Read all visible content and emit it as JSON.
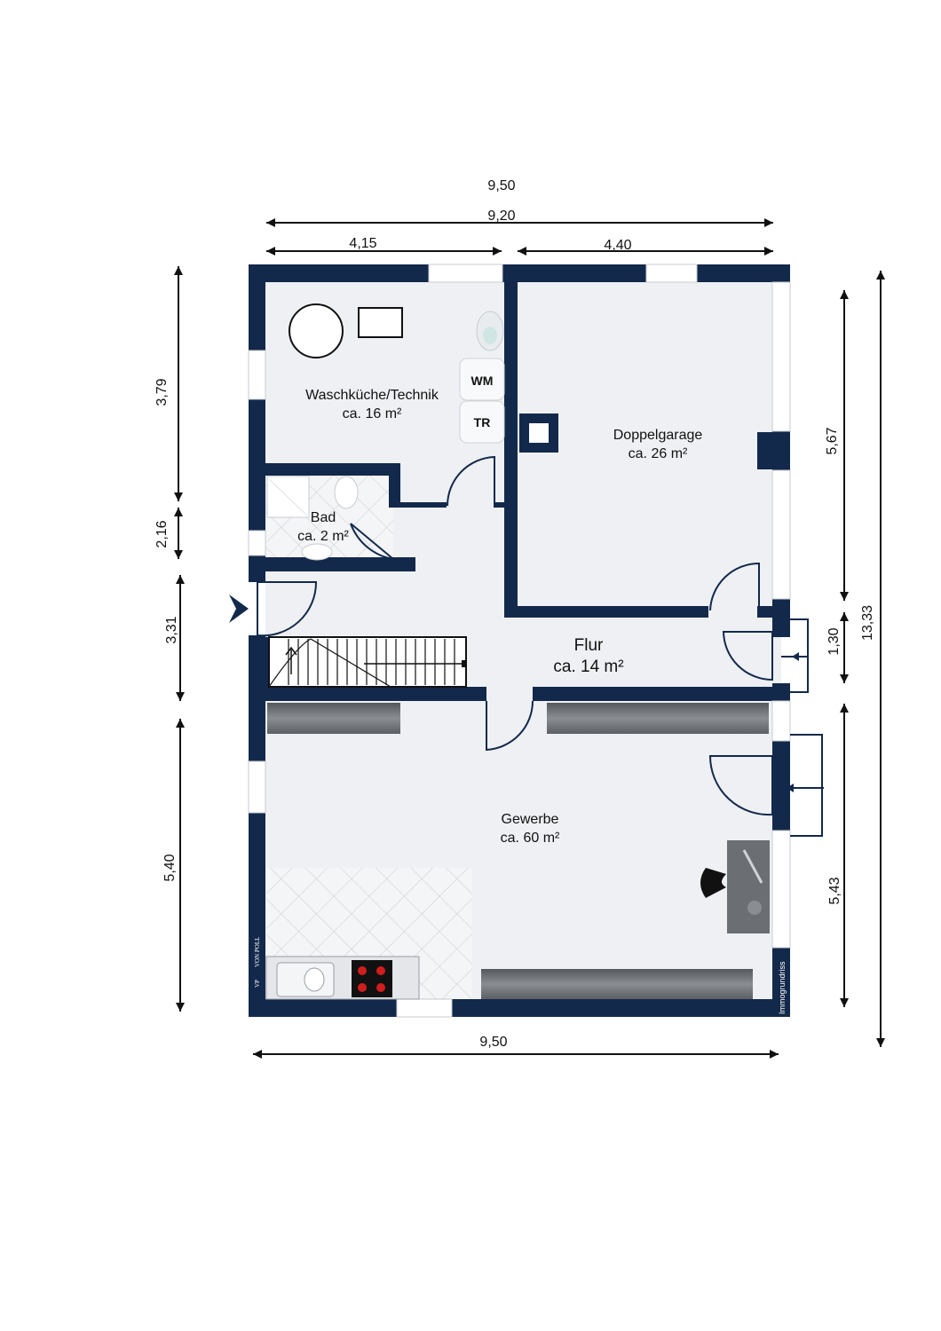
{
  "dimensions": {
    "top_total_outer": "9,50",
    "top_total_inner": "9,20",
    "top_left": "4,15",
    "top_right": "4,40",
    "bottom_total": "9,50",
    "left_1": "3,79",
    "left_2": "2,16",
    "left_3": "3,31",
    "left_4": "5,40",
    "right_1": "5,67",
    "right_2": "1,30",
    "right_3": "5,43",
    "right_total": "13,33"
  },
  "rooms": {
    "waschkueche": {
      "name": "Waschküche/Technik",
      "area": "ca. 16 m²"
    },
    "bad": {
      "name": "Bad",
      "area": "ca. 2 m²"
    },
    "doppelgarage": {
      "name": "Doppelgarage",
      "area": "ca. 26 m²"
    },
    "flur": {
      "name": "Flur",
      "area": "ca. 14 m²"
    },
    "gewerbe": {
      "name": "Gewerbe",
      "area": "ca. 60 m²"
    }
  },
  "appliances": {
    "washer": "WM",
    "dryer": "TR"
  },
  "logo": {
    "initials": "VP",
    "brand": "VON POLL"
  },
  "watermark": "Immogrundriss",
  "colors": {
    "wall": "#13294b",
    "floor": "#eef0f4",
    "counter": "#6b6e73"
  }
}
